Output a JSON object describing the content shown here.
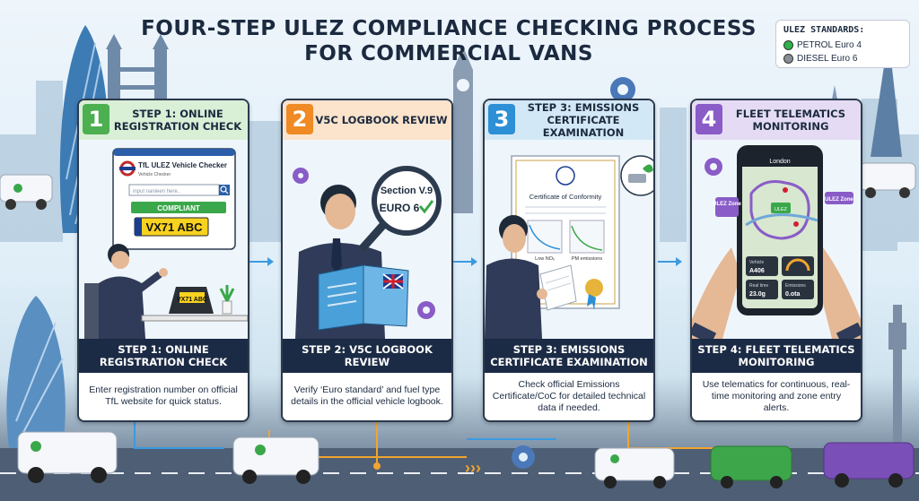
{
  "title": "FOUR-STEP ULEZ COMPLIANCE CHECKING PROCESS FOR COMMERCIAL VANS",
  "legend": {
    "title": "ULEZ STANDARDS:",
    "items": [
      {
        "label": "PETROL Euro 4",
        "color": "#2eb34a"
      },
      {
        "label": "DIESEL Euro 6",
        "color": "#8a8f96"
      }
    ]
  },
  "colors": {
    "step1": "#4caf50",
    "step2": "#f08a24",
    "step3": "#2d8fd6",
    "step4": "#8a5cc7",
    "navy": "#1c2b45"
  },
  "steps": [
    {
      "number": "1",
      "header": "STEP 1: ONLINE REGISTRATION CHECK",
      "band": "STEP 1: ONLINE REGISTRATION CHECK",
      "description": "Enter registration number on official TfL website for quick status.",
      "scene": {
        "site_title": "TfL ULEZ Vehicle Checker",
        "site_subtitle": "Vehicle Checker",
        "input_placeholder": "input nanieen here..",
        "status": "COMPLIANT",
        "plate": "VX71 ABC",
        "laptop_plate": "VX71 ABC"
      }
    },
    {
      "number": "2",
      "header": "V5C LOGBOOK REVIEW",
      "band": "STEP 2: V5C LOGBOOK REVIEW",
      "description": "Verify ‘Euro standard’ and fuel type details in the official vehicle logbook.",
      "scene": {
        "section": "Section V.9",
        "euro": "EURO 6"
      }
    },
    {
      "number": "3",
      "header": "STEP 3: EMISSIONS CERTIFICATE EXAMINATION",
      "band": "STEP 3: EMISSIONS CERTIFICATE EXAMINATION",
      "description": "Check official Emissions Certificate/CoC for detailed technical data if needed.",
      "scene": {
        "cert_title": "Certificate of Conformity",
        "chart1_label": "Low NOₓ",
        "chart2_label": "PM emissions"
      }
    },
    {
      "number": "4",
      "header": "FLEET TELEMATICS MONITORING",
      "band": "STEP 4: FLEET TELEMATICS MONITORING",
      "description": "Use telematics for continuous, real-time monitoring and zone entry alerts.",
      "scene": {
        "city": "London",
        "zone_left": "ULEZ Zone",
        "zone_right": "ULEZ Zone",
        "zone_center": "ULEZ",
        "tile1_label": "Vehicle",
        "tile1_value": "A406",
        "tile2_label": "Real time",
        "tile2_value": "23.0g",
        "tile3_label": "Emissions",
        "tile3_value": "0.ota"
      }
    }
  ]
}
